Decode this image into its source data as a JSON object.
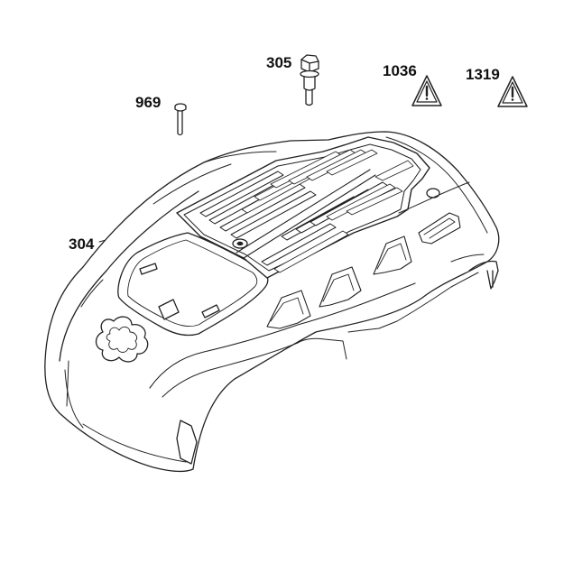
{
  "diagram": {
    "callouts": {
      "screw": "969",
      "bolt": "305",
      "warning_label_a": "1036",
      "warning_label_b": "1319",
      "cover": "304"
    },
    "colors": {
      "line": "#222222",
      "fill": "#ffffff",
      "shade": "#dcdcdc"
    }
  }
}
